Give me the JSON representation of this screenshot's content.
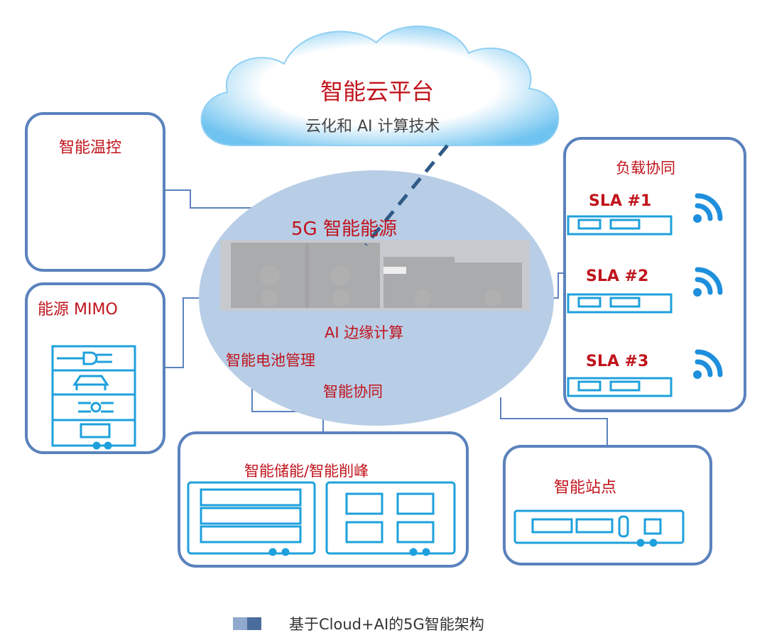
{
  "cloud": {
    "title": "智能云平台",
    "subtitle": "云化和 AI 计算技术"
  },
  "center": {
    "title": "5G 智能能源",
    "labels": [
      "AI 边缘计算",
      "智能电池管理",
      "智能协同"
    ]
  },
  "boxes": {
    "thermal": {
      "title": "智能温控"
    },
    "mimo": {
      "title": "能源 MIMO"
    },
    "load": {
      "title": "负载协同",
      "sla": [
        "SLA #1",
        "SLA #2",
        "SLA #3"
      ]
    },
    "storage": {
      "title": "智能储能/智能削峰"
    },
    "site": {
      "title": "智能站点"
    }
  },
  "caption": "基于Cloud+AI的5G智能架构",
  "colors": {
    "accent_red": "#c0141c",
    "border_blue": "#5b82bd",
    "icon_blue": "#1ea0dc",
    "ellipse": "#b8cde6"
  }
}
